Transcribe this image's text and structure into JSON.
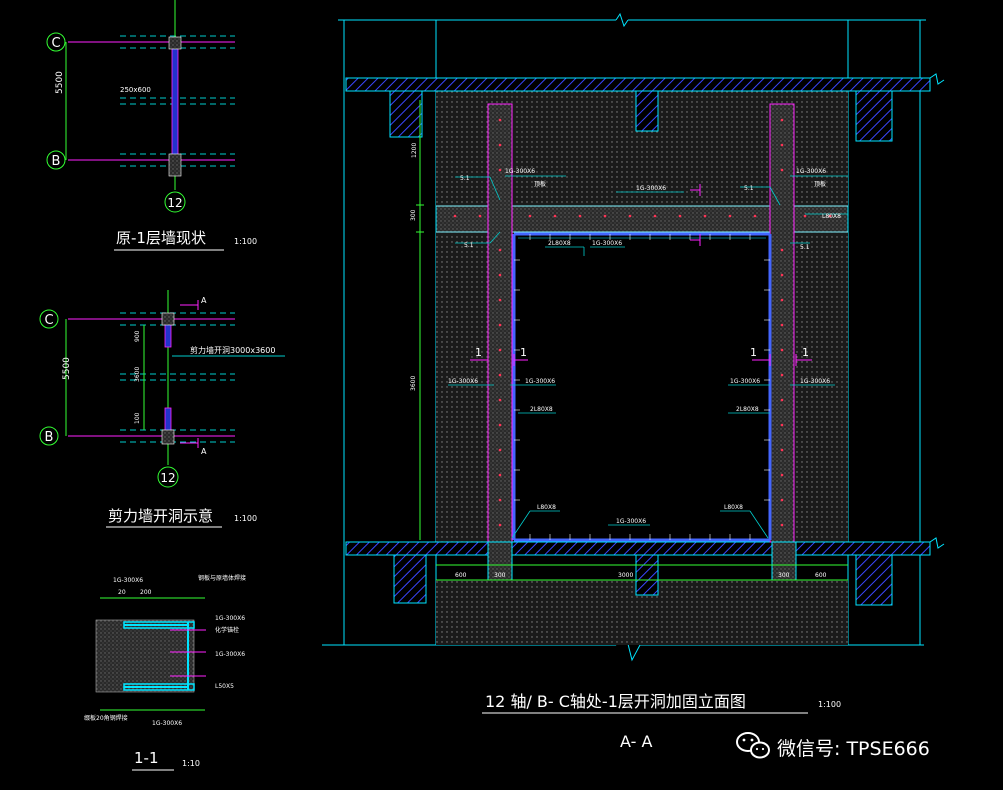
{
  "colors": {
    "background": "#000000",
    "structure": "#00e5ff",
    "wall_hatch": "#3344ff",
    "axis_line": "#ff22ff",
    "dashed": "#00cccc",
    "steel": "#4466ff",
    "green_dim": "#33ff33",
    "text": "#ffffff",
    "axis_circle": "#33ff33",
    "red_dot": "#ff3355"
  },
  "plan_top": {
    "axis_c": "C",
    "axis_b": "B",
    "axis_12": "12",
    "span": "5500",
    "beam_label": "250x600",
    "title": "原-1层墙现状",
    "scale": "1:100"
  },
  "plan_mid": {
    "axis_c": "C",
    "axis_b": "B",
    "axis_12": "12",
    "span": "5500",
    "cut_a_top": "A",
    "cut_a_bottom": "A",
    "opening_label": "剪力墙开洞3000x3600",
    "dim_900": "900",
    "dim_3600": "3600",
    "dim_100": "100",
    "title": "剪力墙开洞示意",
    "scale": "1:100"
  },
  "section_11": {
    "label_top_left": "1G-300X6",
    "label_top_right": "钢板与原墙体焊接",
    "label_r1": "1G-300X6",
    "label_r2": "化学锚栓",
    "label_r3": "1G-300X6",
    "label_r4": "L50X5",
    "label_bottom": "1G-300X6",
    "label_bottom_left": "缀板20角钢焊接",
    "dim_20": "20",
    "dim_200": "200",
    "title": "1-1",
    "scale": "1:10"
  },
  "elevation": {
    "label_tl": "1G-300X6",
    "label_tl2": "顶板",
    "label_tr": "1G-300X6",
    "label_tr2": "顶板",
    "label_beam": "1G-300X6",
    "label_beam_right": "L80X8",
    "label_s1": "5.1",
    "label_s2": "5.1",
    "label_s3": "5.1",
    "label_s4": "5.1",
    "label_2l": "2L80X8",
    "label_top_inner": "1G-300X6",
    "label_left_col": "1G-300X6",
    "label_left_in": "1G-300X6",
    "label_left_in2": "2L80X8",
    "label_right_col": "1G-300X6",
    "label_right_in": "1G-300X6",
    "label_right_in2": "2L80X8",
    "label_bot_l": "L80X8",
    "label_bot_r": "L80X8",
    "label_bot_mid": "1G-300X6",
    "cut_1_ll": "1",
    "cut_1_lr": "1",
    "cut_1_rl": "1",
    "cut_1_rr": "1",
    "dim_1200": "1200",
    "dim_300": "300",
    "dim_3600": "3600",
    "dim_600_l": "600",
    "dim_300_l": "300",
    "dim_3000": "3000",
    "dim_300_r": "300",
    "dim_600_r": "600",
    "title": "12 轴/ B- C轴处-1层开洞加固立面图",
    "scale": "1:100",
    "section_name": "A- A"
  },
  "watermark": {
    "icon": "wechat-icon",
    "text": "微信号: TPSE666"
  }
}
